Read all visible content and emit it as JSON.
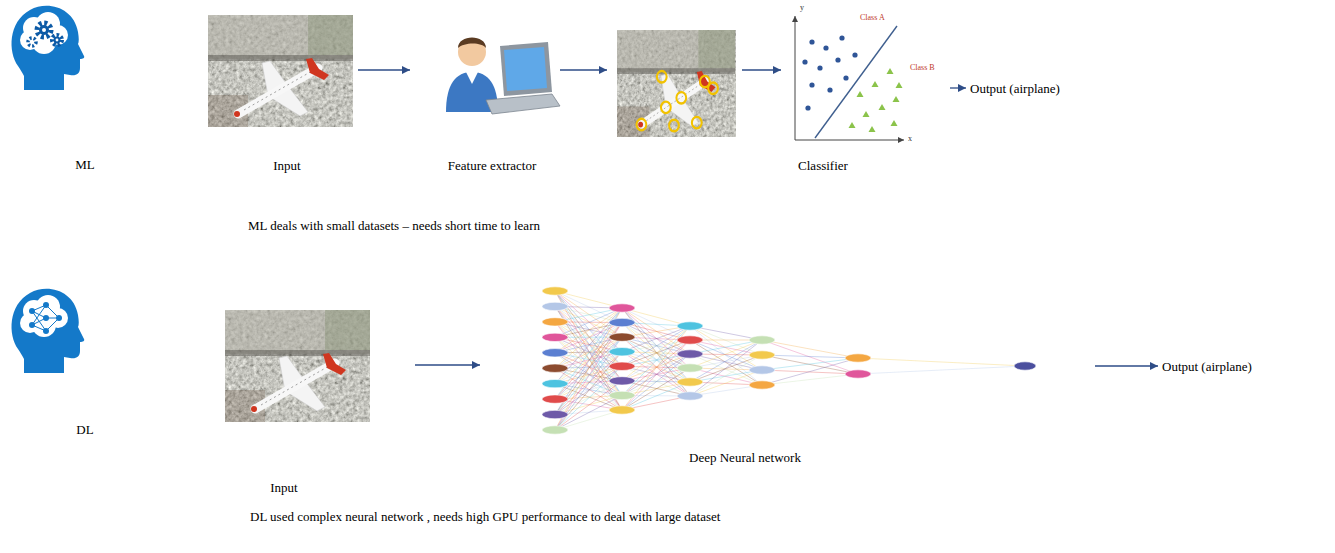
{
  "diagram": {
    "nodes": [
      {
        "text": [
          "ML"
        ]
      },
      {
        "text": [
          "Input"
        ]
      },
      {
        "text": [
          "Feature extractor"
        ]
      },
      {
        "text": [
          "Classifier"
        ]
      },
      {
        "text": [
          "Output (airplane)"
        ]
      },
      {
        "text": [
          "DL"
        ]
      },
      {
        "text": [
          "Input"
        ]
      },
      {
        "text": [
          "Deep Neural network"
        ]
      },
      {
        "text": [
          "Output (airplane)"
        ]
      }
    ],
    "edges": [
      {
        "from": 1,
        "to": 2,
        "arrow": "to"
      },
      {
        "from": 3,
        "to": 4,
        "arrow": "to"
      },
      {
        "from": 6,
        "to": 7,
        "arrow": "to"
      },
      {
        "from": 7,
        "to": 8,
        "arrow": "to"
      }
    ],
    "labels": [
      "y",
      "Class A",
      "Class B",
      "x",
      "ML deals with small datasets – needs short time to learn",
      "DL used complex neural network , needs high GPU performance to deal with large dataset"
    ]
  }
}
